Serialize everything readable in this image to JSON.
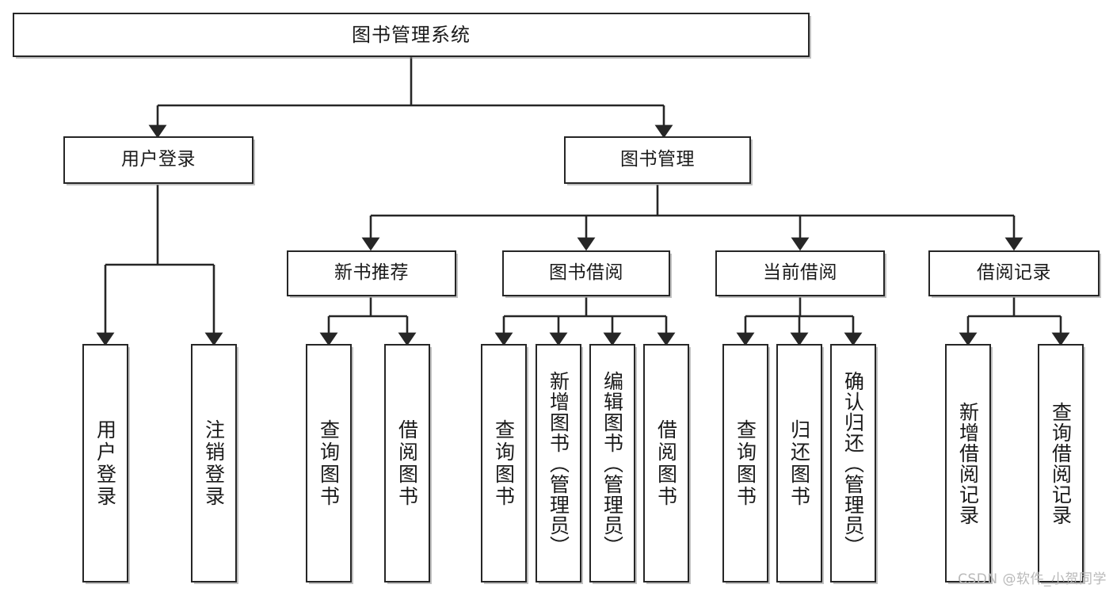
{
  "diagram": {
    "title": "图书管理系统",
    "watermark": "CSDN @软件_小贺同学",
    "colors": {
      "stroke": "#262626",
      "fill": "#ffffff",
      "text": "#1a1a1a",
      "shadow": "#8c8c8c",
      "watermark": "#b9b9b9"
    },
    "nodes": {
      "root": "图书管理系统",
      "level2": {
        "user_login": "用户登录",
        "book_management": "图书管理"
      },
      "level3": {
        "new_book_recommend": "新书推荐",
        "book_borrow": "图书借阅",
        "current_borrow": "当前借阅",
        "borrow_record": "借阅记录"
      },
      "leaves": {
        "user_login_1": "用户登录",
        "user_login_2": "注销登录",
        "new_book_1": "查询图书",
        "new_book_2": "借阅图书",
        "borrow_1": "查询图书",
        "borrow_2": "新增图书（管理员）",
        "borrow_3": "编辑图书（管理员）",
        "borrow_4": "借阅图书",
        "current_1": "查询图书",
        "current_2": "归还图书",
        "current_3": "确认归还（管理员）",
        "record_1": "新增借阅记录",
        "record_2": "查询借阅记录"
      }
    }
  }
}
